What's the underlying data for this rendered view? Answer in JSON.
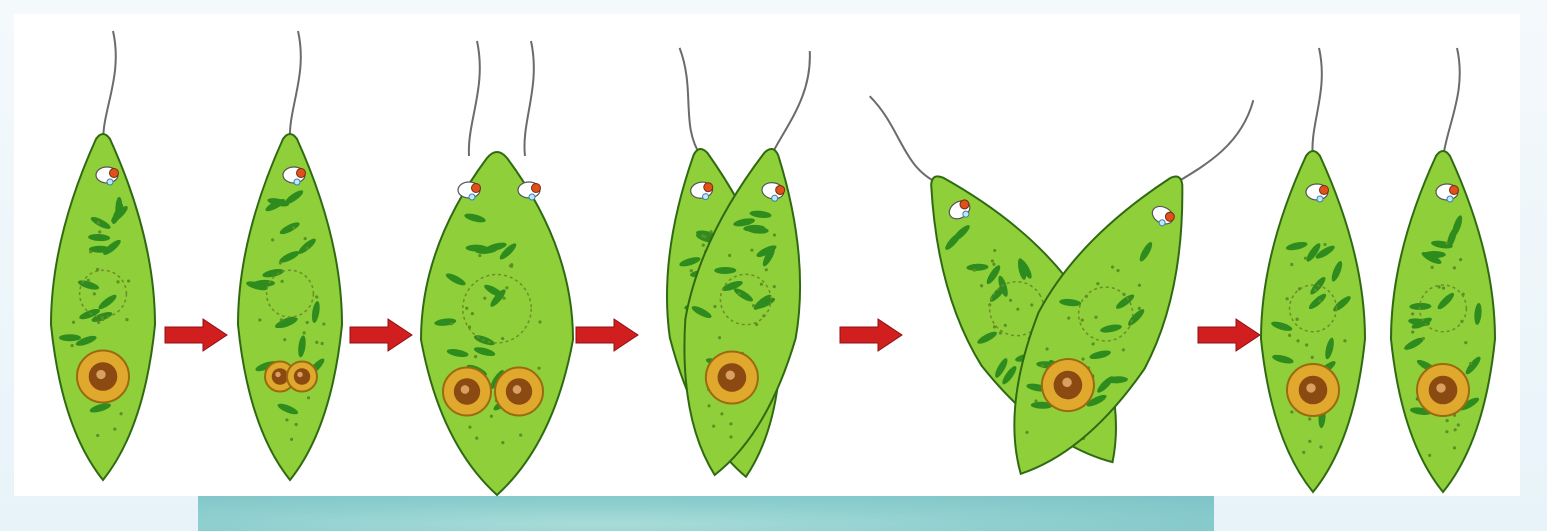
{
  "figure": {
    "subject": "euglena-binary-fission",
    "stage_count": 6,
    "arrow_count": 5,
    "colors": {
      "cell_fill": "#8ecf3a",
      "cell_outline": "#2f6a12",
      "chloroplast": "#2e8b1e",
      "nucleus_ring": "#e0a92e",
      "nucleus_core": "#8a4a12",
      "eyespot": "#e0501c",
      "arrow": "#d11f1f",
      "flagellum": "#6b6b6b",
      "bottom_strip": "#8fd0cf"
    }
  }
}
